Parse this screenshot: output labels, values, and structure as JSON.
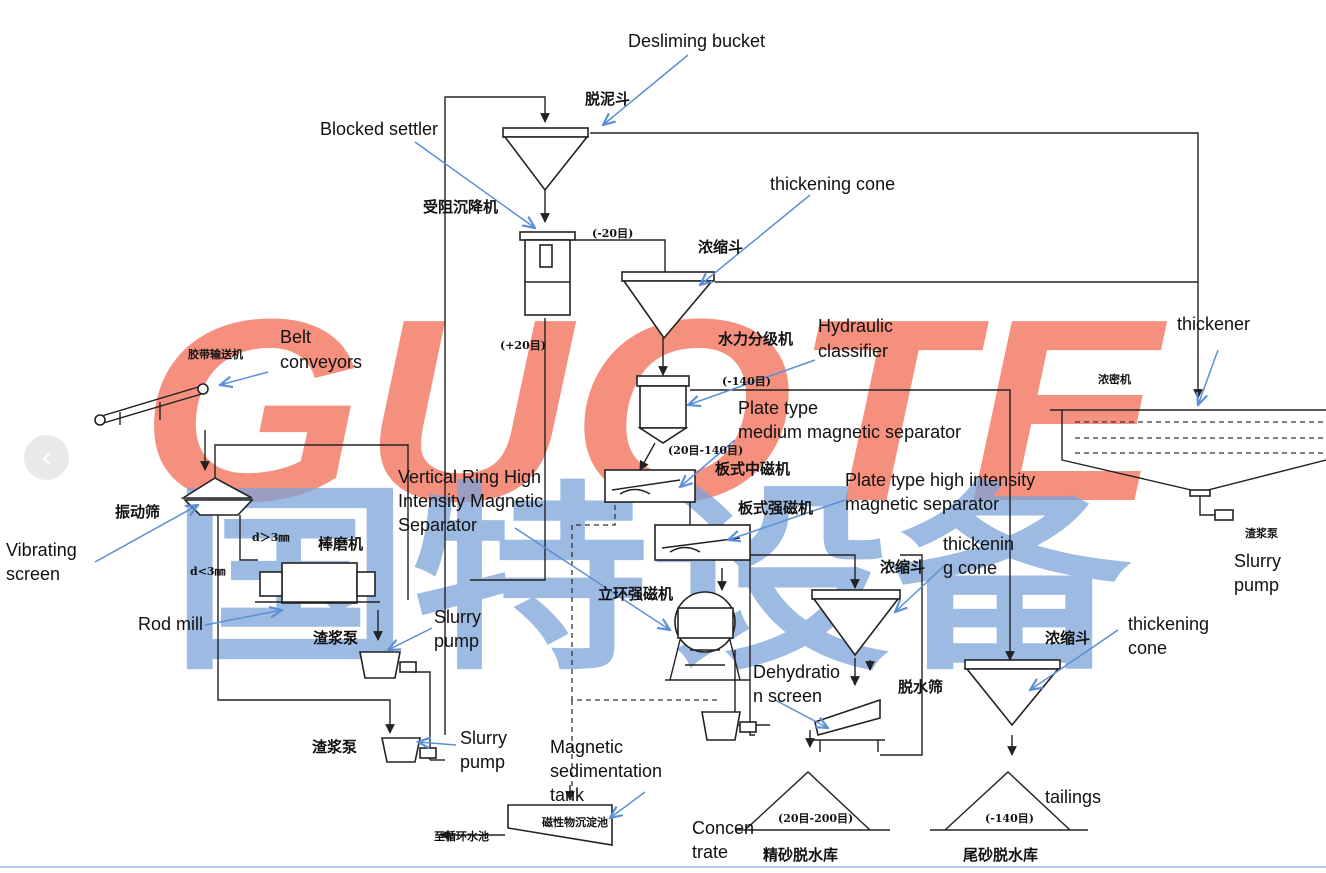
{
  "watermark": {
    "latin": "GUOTE",
    "chinese": "国特设备",
    "latin_color": "#f26b55",
    "chinese_color": "#7ba3d9"
  },
  "colors": {
    "line": "#222222",
    "callout": "#5b8fd6",
    "carousel_button": "#e9e9e9"
  },
  "carousel": {
    "prev_icon": "chevron-left-icon",
    "prev_glyph": "‹"
  },
  "labels_en": {
    "desliming_bucket": "Desliming bucket",
    "blocked_settler": "Blocked settler",
    "thickening_cone_top": "thickening cone",
    "belt_conveyors_1": "Belt",
    "belt_conveyors_2": "conveyors",
    "hydraulic_classifier_1": "Hydraulic",
    "hydraulic_classifier_2": "classifier",
    "thickener": "thickener",
    "plate_medium_1": "Plate type",
    "plate_medium_2": "medium magnetic separator",
    "vertical_ring_1": "Vertical Ring High",
    "vertical_ring_2": "Intensity Magnetic",
    "vertical_ring_3": "Separator",
    "plate_high_1": "Plate type high intensity",
    "plate_high_2": "magnetic separator",
    "vibrating_screen_1": "Vibrating",
    "vibrating_screen_2": "screen",
    "rod_mill": "Rod mill",
    "slurry_pump_a_1": "Slurry",
    "slurry_pump_a_2": "pump",
    "slurry_pump_b_1": "Slurry",
    "slurry_pump_b_2": "pump",
    "slurry_pump_c_1": "Slurry",
    "slurry_pump_c_2": "pump",
    "thickening_cone_mid_1": "thickenin",
    "thickening_cone_mid_2": "g cone",
    "thickening_cone_right_1": "thickening",
    "thickening_cone_right_2": "cone",
    "dehydration_screen_1": "Dehydratio",
    "dehydration_screen_2": "n screen",
    "magnetic_tank_1": "Magnetic",
    "magnetic_tank_2": "sedimentation",
    "magnetic_tank_3": "tank",
    "concentrate_1": "Concen",
    "concentrate_2": "trate",
    "tailings": "tailings"
  },
  "labels_cn": {
    "desliming_bucket": "脱泥斗",
    "blocked_settler": "受阻沉降机",
    "thickening_cone_top": "浓缩斗",
    "belt_conveyor": "胶带输送机",
    "hydraulic_classifier": "水力分级机",
    "thickener": "浓密机",
    "plate_medium": "板式中磁机",
    "plate_high": "板式强磁机",
    "vibrating_screen": "振动筛",
    "rod_mill": "棒磨机",
    "slurry_pump_a": "渣浆泵",
    "slurry_pump_b": "渣浆泵",
    "slurry_pump_c": "渣浆泵",
    "vertical_ring": "立环强磁机",
    "thickening_cone_mid": "浓缩斗",
    "thickening_cone_right": "浓缩斗",
    "dehydration_screen": "脱水筛",
    "magnetic_tank": "磁性物沉淀池",
    "to_circulating_pool": "至循环水池",
    "concentrate_store": "精砂脱水库",
    "tailings_store": "尾砂脱水库"
  },
  "size_marks": {
    "minus20": "(-20目)",
    "plus20": "(+20目)",
    "minus140": "(-140目)",
    "range_20_140": "(20目-140目)",
    "d_gt3": "d＞3㎜",
    "d_lt3": "d<3㎜",
    "range_20_200": "(20目-200目)",
    "minus140_pile": "(-140目)"
  }
}
